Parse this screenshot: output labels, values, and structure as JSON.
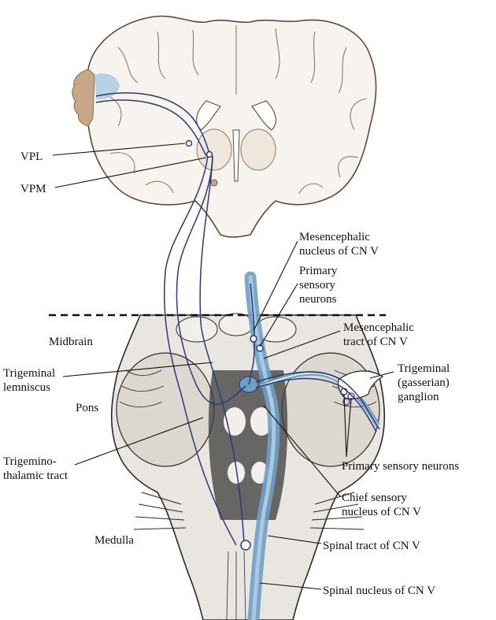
{
  "labels": {
    "vpl": "VPL",
    "vpm": "VPM",
    "mesencephalic_nucleus_1": "Mesencephalic",
    "mesencephalic_nucleus_2": "nucleus of CN V",
    "primary_sensory_neurons_top_1": "Primary",
    "primary_sensory_neurons_top_2": "sensory",
    "primary_sensory_neurons_top_3": "neurons",
    "midbrain": "Midbrain",
    "mesencephalic_tract_1": "Mesencephalic",
    "mesencephalic_tract_2": "tract of CN V",
    "trigeminal_lemniscus_1": "Trigeminal",
    "trigeminal_lemniscus_2": "lemniscus",
    "trigeminal_ganglion_1": "Trigeminal",
    "trigeminal_ganglion_2": "(gasserian)",
    "trigeminal_ganglion_3": "ganglion",
    "pons": "Pons",
    "trigeminothalamic_1": "Trigemino-",
    "trigeminothalamic_2": "thalamic tract",
    "primary_sensory_neurons_right": "Primary sensory neurons",
    "chief_sensory_1": "Chief sensory",
    "chief_sensory_2": "nucleus of CN V",
    "medulla": "Medulla",
    "spinal_tract": "Spinal tract of CN V",
    "spinal_nucleus": "Spinal nucleus of CN V"
  },
  "colors": {
    "tract_blue": "#6f9ec4",
    "tract_blue_light": "#a9c8e2",
    "neuron_navy": "#2c3a78",
    "face_tan": "#c9a88a",
    "brain_fill": "#f7f4ef",
    "brain_outline": "#5a4a3a",
    "stem_ink": "#2a2a2a",
    "stem_fill": "#e9e6e1"
  }
}
